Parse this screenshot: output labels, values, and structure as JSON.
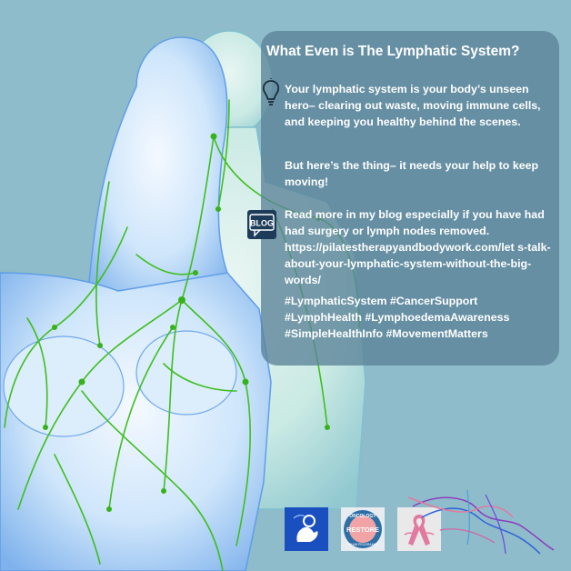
{
  "card": {
    "title": "What Even is The Lymphatic System?",
    "paragraph_intro": "Your lymphatic system is your body’s unseen hero– clearing out waste, moving immune cells, and keeping you healthy behind the scenes.",
    "paragraph_help": "But here’s the thing– it needs your help to keep moving!",
    "paragraph_blog": "Read more in my blog especially if you have had had surgery or lymph nodes removed. https://pilatestherapyandbodywork.com/let s-talk-about-your-lymphatic-system-without-the-big-words/",
    "hashtags": "#LymphaticSystem #CancerSupport #LymphHealth #LymphoedemaAwareness #SimpleHealthInfo #MovementMatters",
    "blog_icon_label": "BLOG"
  },
  "logos": {
    "restore_top": "ONCOLOGY",
    "restore_main": "RESTORE",
    "restore_bottom": "REHAB PROGRAMME"
  },
  "colors": {
    "background": "#8fbccb",
    "card": "#5b8398",
    "lymph_green": "#3fbf1f",
    "body_blue": "#a9d2f3",
    "body_highlight": "#f2f8ff",
    "ribbon_pink": "#e07aa0",
    "logo_blue": "#1a4fc0"
  },
  "icons": [
    "lightbulb-icon",
    "blog-speech-icon",
    "hand-logo-icon",
    "restore-logo-icon",
    "pink-ribbon-icon",
    "lymph-lines-icon"
  ]
}
